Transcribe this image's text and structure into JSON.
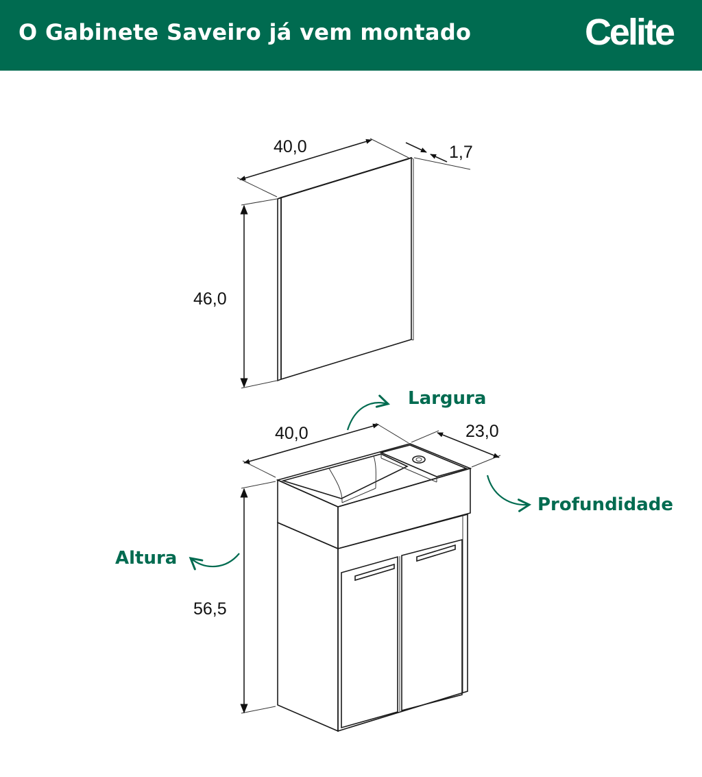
{
  "header": {
    "title": "O Gabinete Saveiro já vem montado",
    "logo_text": "Celite",
    "background_color": "#006b50",
    "text_color": "#ffffff"
  },
  "mirror": {
    "width_label": "40,0",
    "depth_label": "1,7",
    "height_label": "46,0"
  },
  "cabinet": {
    "width_label": "40,0",
    "depth_label": "23,0",
    "height_label": "56,5"
  },
  "callouts": {
    "width": "Largura",
    "depth": "Profundidade",
    "height": "Altura",
    "color": "#006b50"
  }
}
